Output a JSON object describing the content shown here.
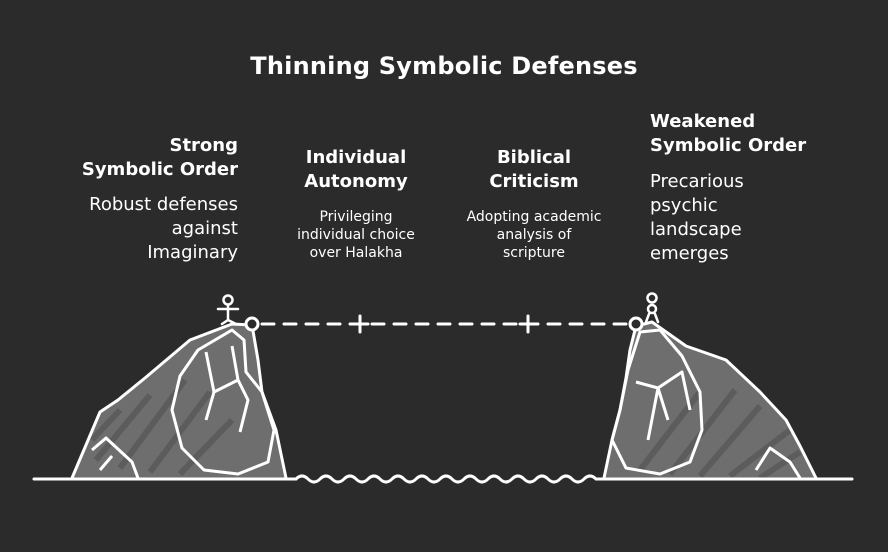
{
  "title": "Thinning Symbolic Defenses",
  "stages": [
    {
      "heading": [
        "Strong",
        "Symbolic Order"
      ],
      "description": [
        "Robust defenses",
        "against",
        "Imaginary"
      ]
    },
    {
      "heading": [
        "Individual",
        "Autonomy"
      ],
      "description": [
        "Privileging",
        "individual choice",
        "over Halakha"
      ]
    },
    {
      "heading": [
        "Biblical",
        "Criticism"
      ],
      "description": [
        "Adopting academic",
        "analysis of",
        "scripture"
      ]
    },
    {
      "heading": [
        "Weakened",
        "Symbolic Order"
      ],
      "description": [
        "Precarious",
        "psychic",
        "landscape",
        "emerges"
      ]
    }
  ],
  "icons": {
    "left_cliff": "rocky-cliff-icon",
    "right_cliff": "rocky-cliff-icon",
    "left_figure": "stick-figure-icon",
    "right_figure": "stick-figure-icon",
    "bridge": "dashed-bridge-icon",
    "water": "wave-line-icon"
  },
  "colors": {
    "background": "#2b2b2b",
    "foreground": "#ffffff",
    "rock_fill": "#6e6e6e"
  }
}
